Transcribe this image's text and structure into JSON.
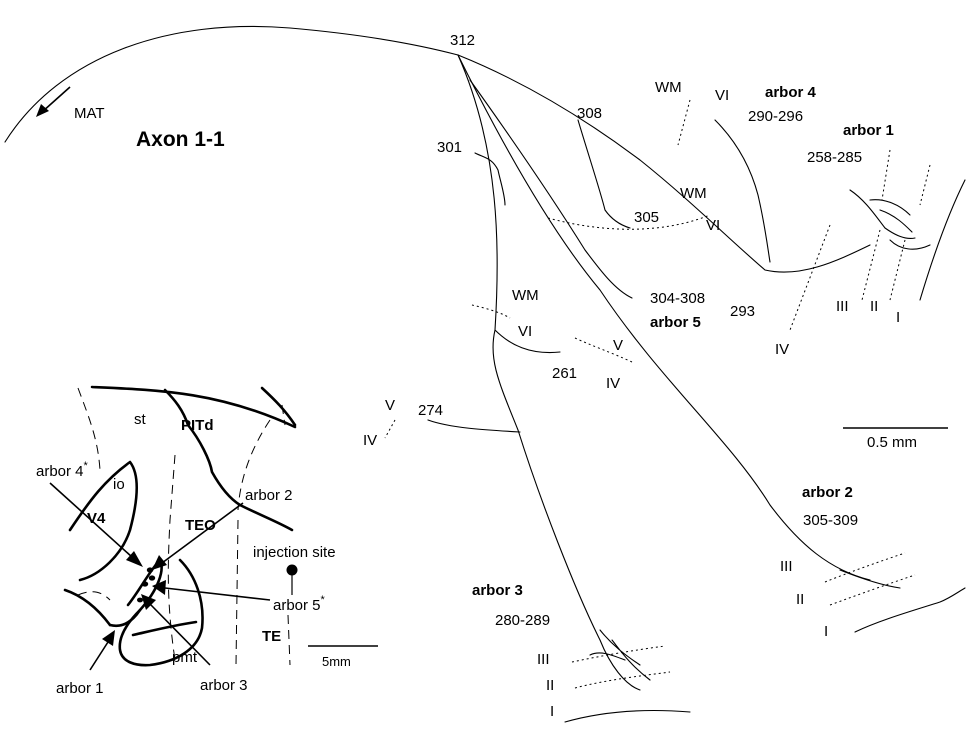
{
  "title": "Axon 1-1",
  "direction_label": "MAT",
  "arbors": {
    "arbor1": {
      "name": "arbor 1",
      "range": "258-285"
    },
    "arbor2": {
      "name": "arbor 2",
      "range": "305-309"
    },
    "arbor3": {
      "name": "arbor 3",
      "range": "280-289"
    },
    "arbor4": {
      "name": "arbor 4",
      "range": "290-296"
    },
    "arbor5": {
      "name": "arbor 5",
      "range": "304-308"
    }
  },
  "section_numbers": {
    "n312": "312",
    "n308": "308",
    "n301": "301",
    "n305": "305",
    "n293": "293",
    "n261": "261",
    "n274": "274"
  },
  "layer_labels": {
    "wm": "WM",
    "vi": "VI",
    "v": "V",
    "iv": "IV",
    "iii": "III",
    "ii": "II",
    "i": "I"
  },
  "scale_bar": "0.5 mm",
  "inset": {
    "regions": {
      "st": "st",
      "pitd": "PITd",
      "io": "io",
      "v4": "V4",
      "teo": "TEO",
      "te": "TE",
      "pmt": "pmt"
    },
    "labels": {
      "arbor1": "arbor 1",
      "arbor2": "arbor 2",
      "arbor3": "arbor 3",
      "arbor4": "arbor 4",
      "arbor5": "arbor 5",
      "star": "*",
      "injection_site": "injection site"
    },
    "scale_bar": "5mm"
  }
}
